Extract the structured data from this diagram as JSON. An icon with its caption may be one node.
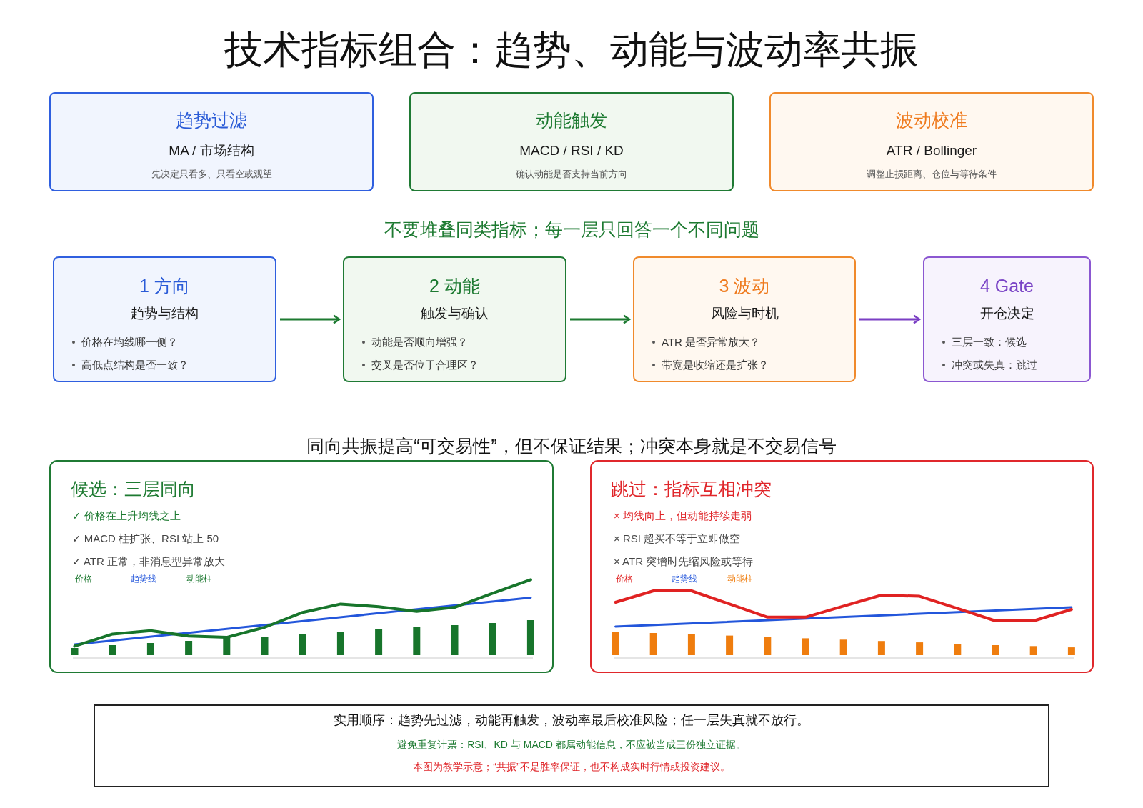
{
  "diagram": {
    "title": "技术指标组合：趋势、动能与波动率共振",
    "nodes": [
      {
        "text": [
          "趋势过滤",
          "MA / 市场结构",
          "先决定只看多、只看空或观望"
        ]
      },
      {
        "text": [
          "动能触发",
          "MACD / RSI / KD",
          "确认动能是否支持当前方向"
        ]
      },
      {
        "text": [
          "波动校准",
          "ATR / Bollinger",
          "调整止损距离、仓位与等待条件"
        ]
      },
      {
        "text": [
          "1 方向",
          "趋势与结构",
          "价格在均线哪一侧？",
          "高低点结构是否一致？"
        ]
      },
      {
        "text": [
          "2 动能",
          "触发与确认",
          "动能是否顺向增强？",
          "交叉是否位于合理区？"
        ]
      },
      {
        "text": [
          "3 波动",
          "风险与时机",
          "ATR 是否异常放大？",
          "带宽是收缩还是扩张？"
        ]
      },
      {
        "text": [
          "4 Gate",
          "开仓决定",
          "三层一致：候选",
          "冲突或失真：跳过"
        ]
      },
      {
        "text": [
          "候选：三层同向",
          "✓ 价格在上升均线之上",
          "✓ MACD 柱扩张、RSI 站上 50",
          "✓ ATR 正常，非消息型异常放大",
          "价格",
          "趋势线",
          "动能柱"
        ]
      },
      {
        "text": [
          "跳过：指标互相冲突",
          "× 均线向上，但动能持续走弱",
          "× RSI 超买不等于立即做空",
          "× ATR 突增时先缩风险或等待",
          "价格",
          "趋势线",
          "动能柱"
        ]
      },
      {
        "text": [
          "实用顺序：趋势先过滤，动能再触发，波动率最后校准风险；任一层失真就不放行。",
          "避免重复计票：RSI、KD 与 MACD 都属动能信息，不应被当成三份独立证据。",
          "本图为教学示意；“共振”不是胜率保证，也不构成实时行情或投资建议。"
        ]
      }
    ],
    "edges": [
      {
        "from": 3,
        "to": 4,
        "arrow": "to"
      },
      {
        "from": 4,
        "to": 5,
        "arrow": "to"
      },
      {
        "from": 5,
        "to": 6,
        "arrow": "to",
        "color": "#7b3fc4"
      }
    ],
    "labels": [
      "不要堆叠同类指标；每一层只回答一个不同问题",
      "同向共振提高“可交易性”，但不保证结果；冲突本身就是不交易信号"
    ]
  }
}
